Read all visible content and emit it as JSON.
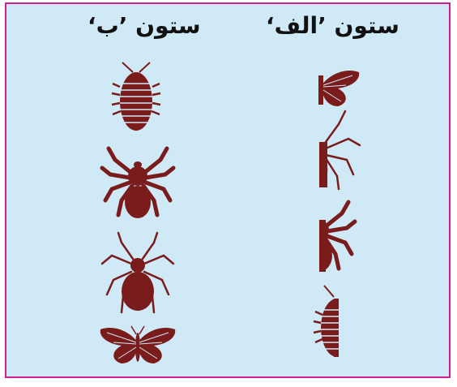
{
  "colors": {
    "frame_border": "#d1208f",
    "background": "#cfe9f7",
    "insect_fill": "#7a1c1c"
  },
  "headers": {
    "column_a": "ستون ’الف‘",
    "column_b": "ستون ’ب‘"
  },
  "column_b": {
    "items": [
      "woodlouse",
      "tarantula",
      "tick",
      "butterfly"
    ]
  },
  "column_a": {
    "items": [
      "half-butterfly",
      "half-spider",
      "half-tarantula",
      "half-woodlouse"
    ]
  }
}
